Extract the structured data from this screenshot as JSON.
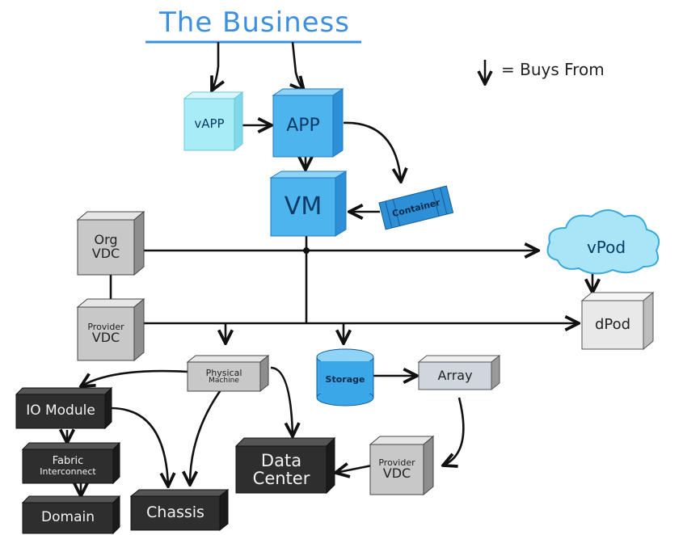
{
  "title": "The Business",
  "legend": {
    "arrow_meaning": "= Buys From"
  },
  "nodes": {
    "vapp": "vAPP",
    "app": "APP",
    "vm": "VM",
    "container": "Container",
    "org_vdc": [
      "Org",
      "VDC"
    ],
    "vpod": "vPod",
    "provider_vdc": [
      "Provider",
      "VDC"
    ],
    "dpod": "dPod",
    "physical_machine": [
      "Physical",
      "Machine"
    ],
    "storage": "Storage",
    "array": "Array",
    "io_module": "IO Module",
    "fabric_interconnect": [
      "Fabric",
      "Interconnect"
    ],
    "domain": "Domain",
    "chassis": "Chassis",
    "data_center": [
      "Data",
      "Center"
    ],
    "provider_vdc_2": [
      "Provider",
      "VDC"
    ]
  },
  "colors": {
    "title_blue": "#3d8fe0",
    "light_cyan": "#a8ecf7",
    "mid_blue": "#4db4ee",
    "grey_box": "#c8c8c8",
    "dark_box": "#2e2e2e",
    "line": "#111111"
  }
}
